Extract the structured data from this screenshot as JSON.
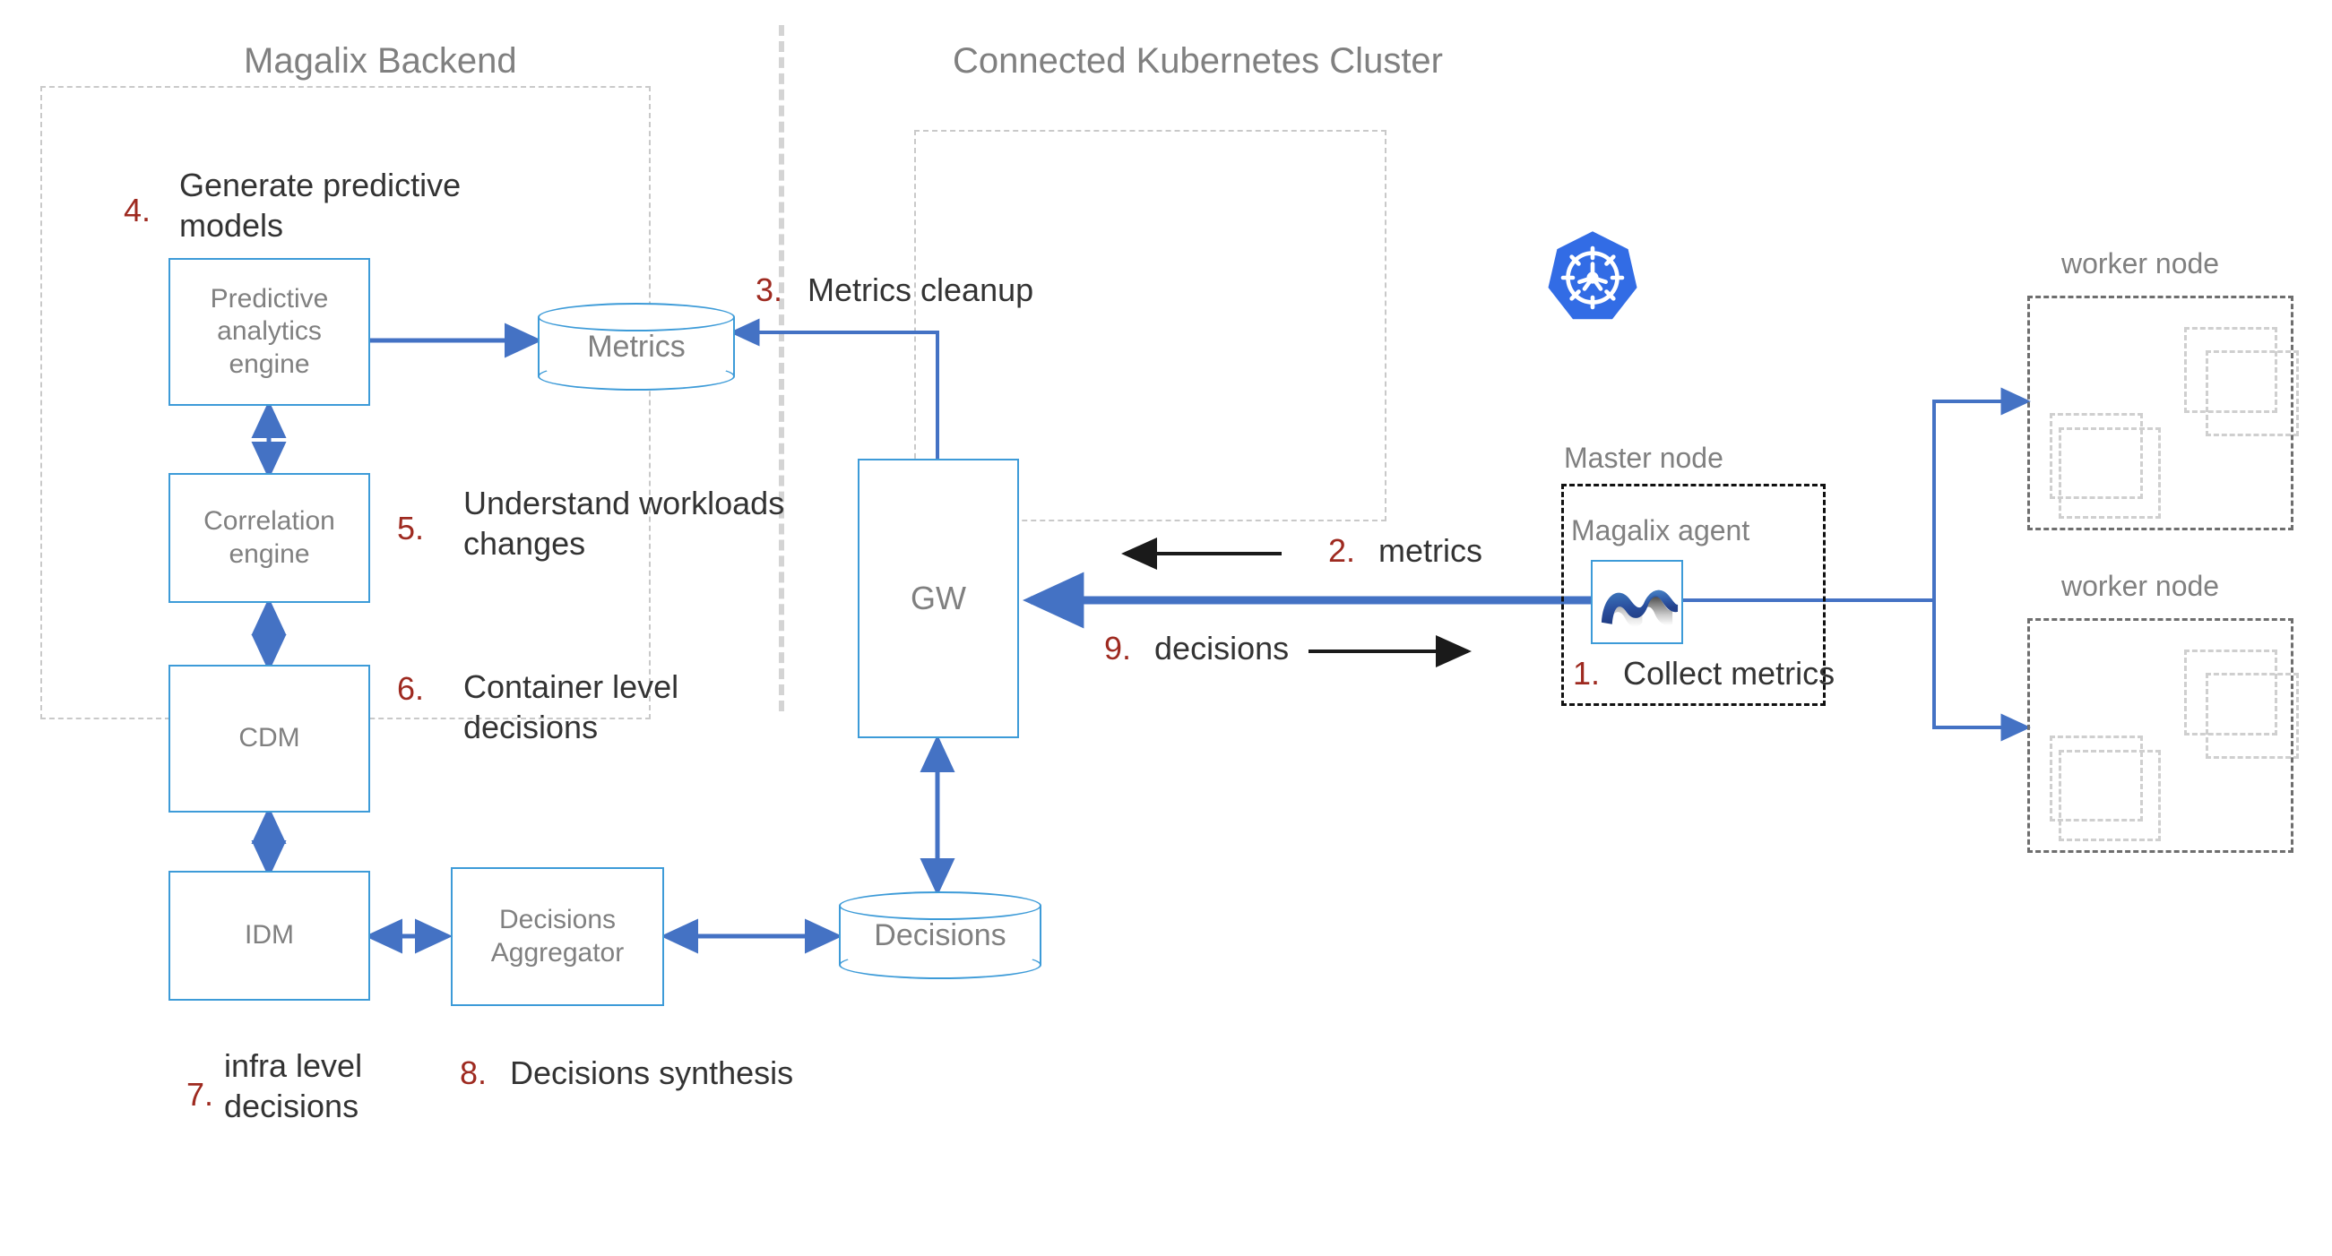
{
  "sections": {
    "backend_title": "Magalix Backend",
    "cluster_title": "Connected Kubernetes Cluster"
  },
  "backend": {
    "boxes": [
      {
        "id": "predictive",
        "label": "Predictive analytics engine"
      },
      {
        "id": "correlation",
        "label": "Correlation engine"
      },
      {
        "id": "cdm",
        "label": "CDM"
      },
      {
        "id": "idm",
        "label": "IDM"
      },
      {
        "id": "aggregator",
        "label": "Decisions Aggregator"
      },
      {
        "id": "gw",
        "label": "GW"
      }
    ],
    "datastores": [
      {
        "id": "metrics",
        "label": "Metrics"
      },
      {
        "id": "decisions",
        "label": "Decisions"
      }
    ]
  },
  "cluster": {
    "master_label": "Master node",
    "agent_label": "Magalix agent",
    "worker_labels": [
      "worker node",
      "worker node"
    ],
    "k8s_logo_name": "kubernetes-logo",
    "agent_logo_name": "magalix-logo"
  },
  "steps": [
    {
      "num": "1.",
      "text": "Collect metrics"
    },
    {
      "num": "2.",
      "text": "metrics"
    },
    {
      "num": "3.",
      "text": "Metrics cleanup"
    },
    {
      "num": "4.",
      "text": "Generate predictive models"
    },
    {
      "num": "5.",
      "text": "Understand workloads changes"
    },
    {
      "num": "6.",
      "text": "Container level decisions"
    },
    {
      "num": "7.",
      "text": "infra level decisions"
    },
    {
      "num": "8.",
      "text": "Decisions synthesis"
    },
    {
      "num": "9.",
      "text": "decisions"
    }
  ],
  "step_lines": {
    "s4_l1": "Generate predictive",
    "s4_l2": "models",
    "s5_l1": "Understand workloads",
    "s5_l2": "changes",
    "s6_l1": "Container level",
    "s6_l2": "decisions",
    "s7_l1": "infra level",
    "s7_l2": "decisions"
  },
  "colors": {
    "accent_blue": "#3d9bd8",
    "arrow_blue": "#4472c4",
    "step_red": "#9e2a20",
    "label_gray": "#808080",
    "dash_gray": "#c9c9c9",
    "k8s_blue": "#326ce5"
  }
}
